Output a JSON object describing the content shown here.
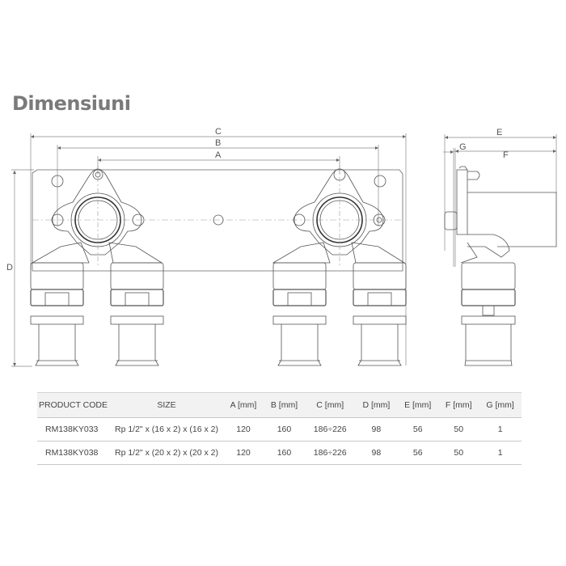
{
  "title": "Dimensiuni",
  "drawing": {
    "front_view_labels": [
      "C",
      "B",
      "A",
      "D"
    ],
    "side_view_labels": [
      "E",
      "G",
      "F"
    ]
  },
  "table": {
    "headers": [
      "PRODUCT CODE",
      "SIZE",
      "A [mm]",
      "B [mm]",
      "C [mm]",
      "D [mm]",
      "E [mm]",
      "F [mm]",
      "G [mm]"
    ],
    "rows": [
      [
        "RM138KY033",
        "Rp 1/2\" x (16 x 2) x (16 x 2)",
        "120",
        "160",
        "186÷226",
        "98",
        "56",
        "50",
        "1"
      ],
      [
        "RM138KY038",
        "Rp 1/2\" x (20 x 2) x (20 x 2)",
        "120",
        "160",
        "186÷226",
        "98",
        "56",
        "50",
        "1"
      ]
    ]
  }
}
